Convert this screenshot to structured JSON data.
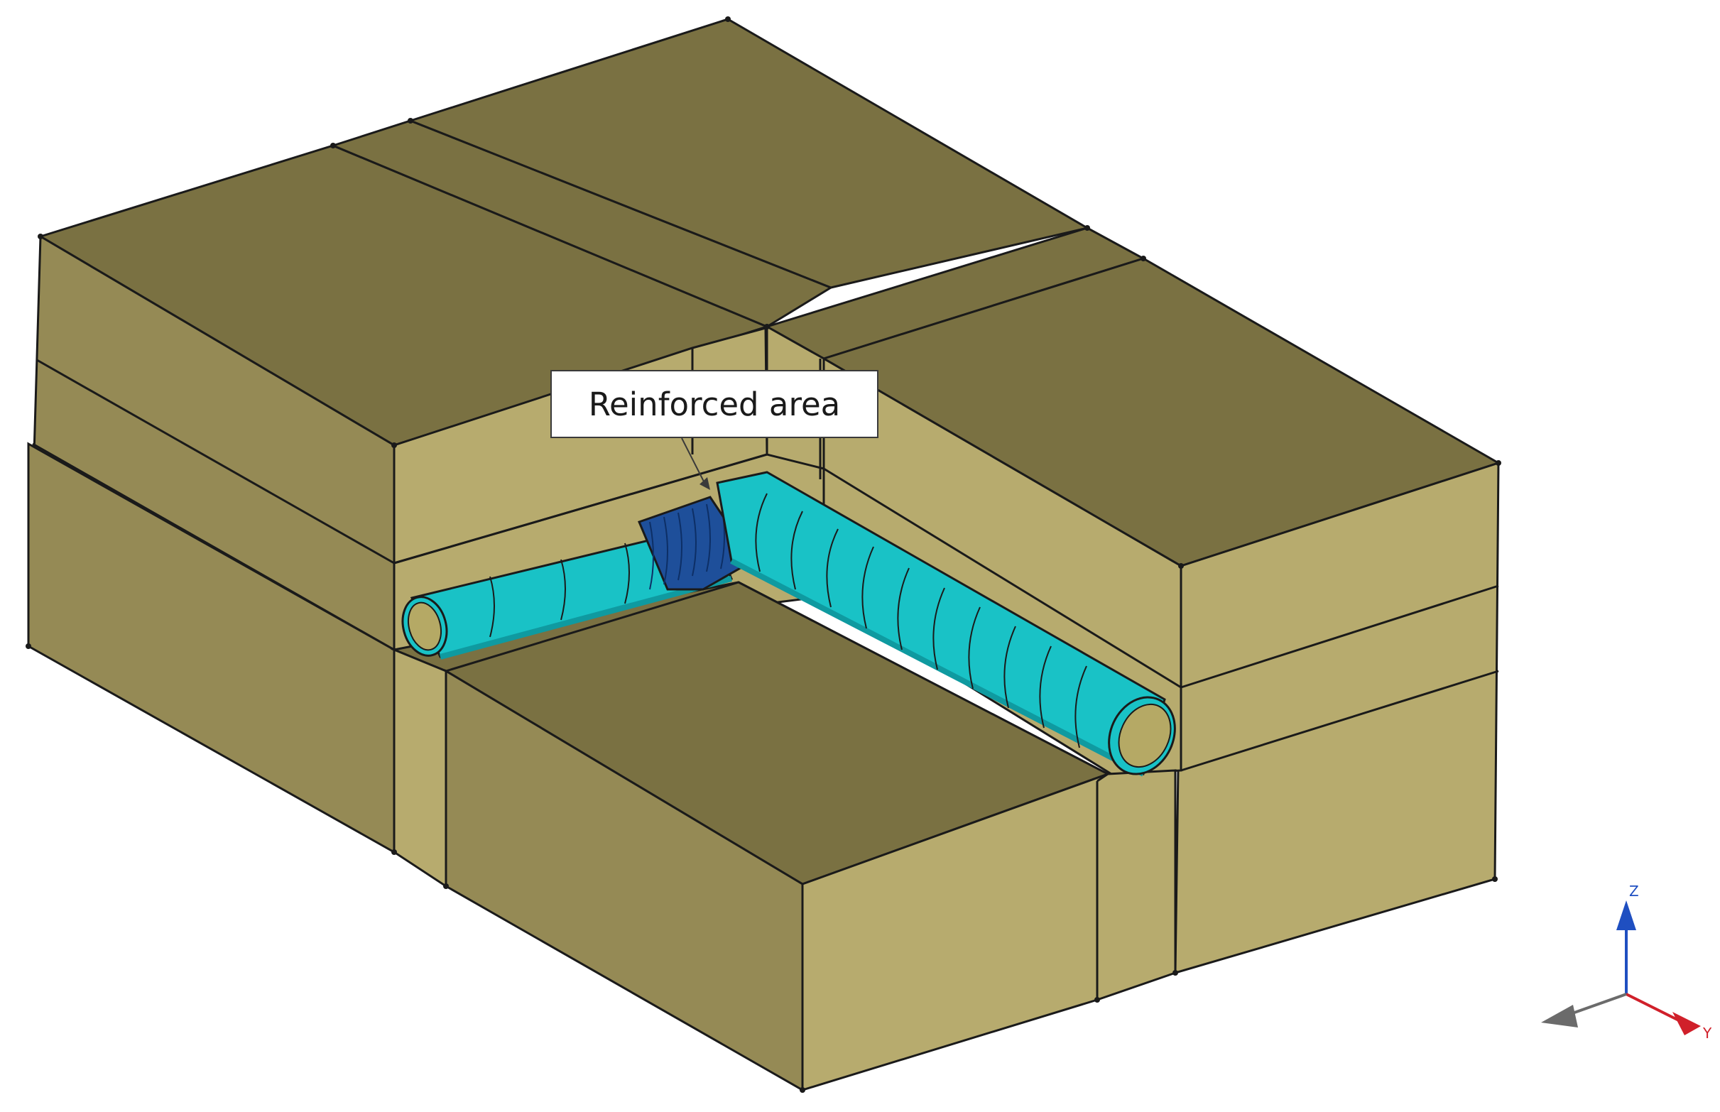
{
  "annotation": {
    "label": "Reinforced area"
  },
  "axes": {
    "z_label": "Z",
    "y_label": "Y"
  },
  "colors": {
    "soil_top": "#7a7142",
    "soil_side_light": "#b7ab6e",
    "soil_side_mid": "#958a55",
    "tunnel_face": "#19c2c6",
    "tunnel_shade": "#0f9aa0",
    "tunnel_end": "#b5a965",
    "reinforced": "#1e4f9a",
    "edge": "#1a1a1a",
    "axis_z": "#1f4fc1",
    "axis_y": "#d0202a",
    "axis_x": "#6b6b6b"
  }
}
